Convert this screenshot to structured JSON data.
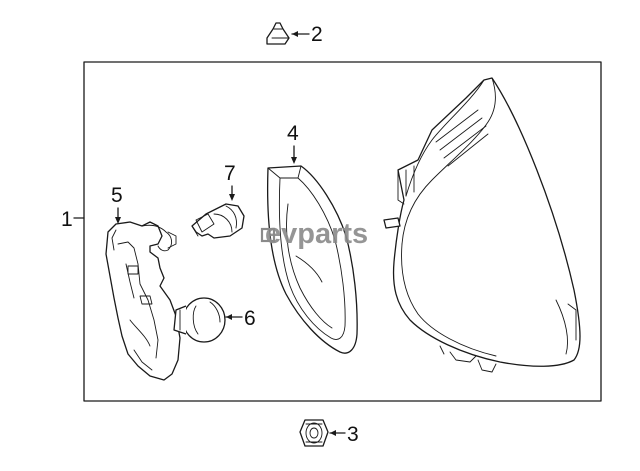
{
  "callouts": {
    "c1": "1",
    "c2": "2",
    "c3": "3",
    "c4": "4",
    "c5": "5",
    "c6": "6",
    "c7": "7"
  },
  "watermark": {
    "brand": "evparts",
    "color": "#8a8a8a"
  },
  "colors": {
    "line": "#1a1a1a",
    "background": "#ffffff"
  }
}
